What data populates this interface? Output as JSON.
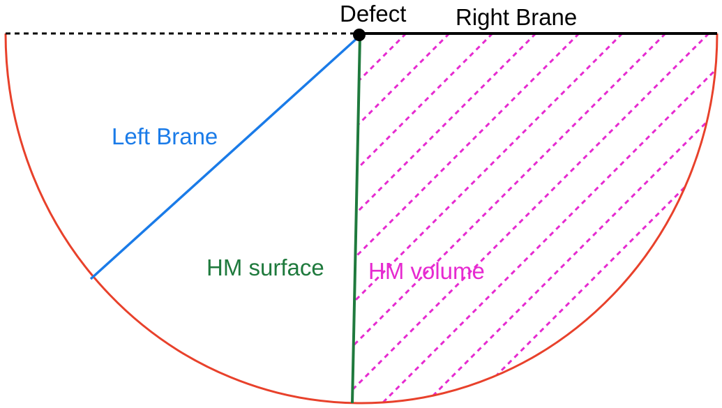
{
  "labels": {
    "defect": "Defect",
    "right_brane": "Right Brane",
    "left_brane": "Left Brane",
    "hm_surface": "HM surface",
    "hm_volume": "HM volume"
  },
  "colors": {
    "arc": "#e8412b",
    "left_brane": "#1a7be8",
    "hm_surface": "#1f7a3d",
    "hm_volume": "#e62ad0",
    "right_brane": "#000000",
    "dashed_boundary": "#000000",
    "defect_point": "#000000"
  }
}
